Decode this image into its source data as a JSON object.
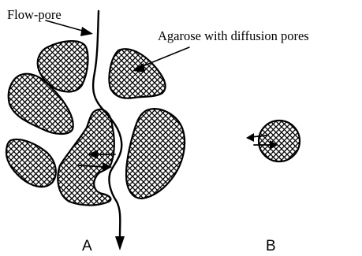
{
  "labels": {
    "flow_pore": "Flow-pore",
    "agarose": "Agarose with diffusion pores",
    "panel_a": "A",
    "panel_b": "B"
  }
}
